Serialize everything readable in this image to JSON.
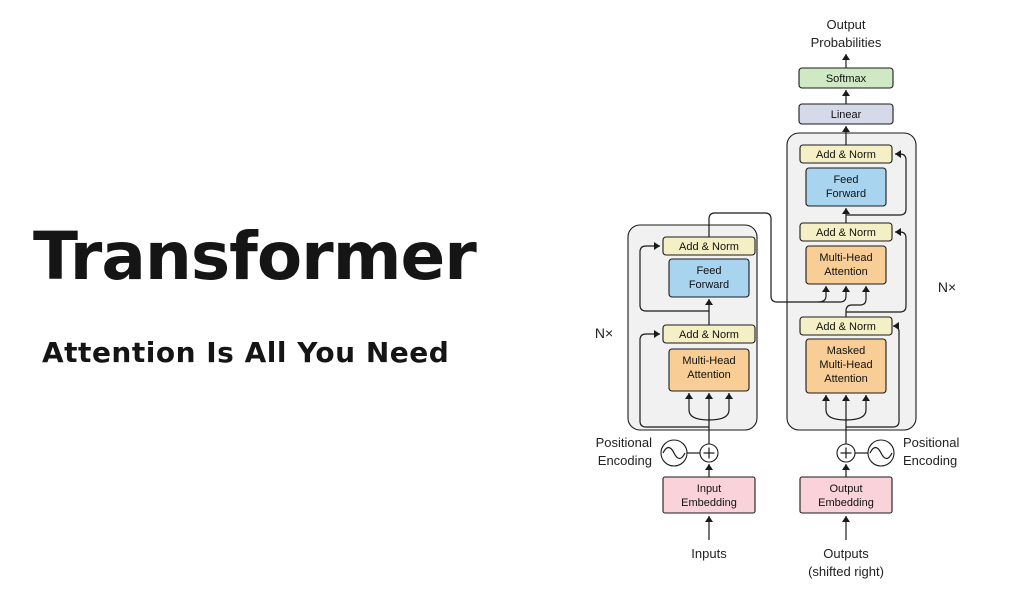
{
  "left_panel": {
    "title": "Transformer",
    "subtitle": "Attention Is All You Need"
  },
  "diagram": {
    "output_probabilities": [
      "Output",
      "Probabilities"
    ],
    "softmax_label": "Softmax",
    "linear_label": "Linear",
    "add_norm_label": "Add & Norm",
    "feed_forward": [
      "Feed",
      "Forward"
    ],
    "multi_head_attention": [
      "Multi-Head",
      "Attention"
    ],
    "masked_multi_head_attention": [
      "Masked",
      "Multi-Head",
      "Attention"
    ],
    "input_embedding": [
      "Input",
      "Embedding"
    ],
    "output_embedding": [
      "Output",
      "Embedding"
    ],
    "inputs_label": "Inputs",
    "outputs_label": [
      "Outputs",
      "(shifted right)"
    ],
    "positional_encoding": [
      "Positional",
      "Encoding"
    ],
    "n_times_label": "N×",
    "colors": {
      "softmax": "#cfe9c4",
      "linear": "#d6d9e9",
      "add_norm": "#f5efc5",
      "feed_forward": "#a8d4f0",
      "attention": "#f8cd96",
      "embedding": "#f9d2da",
      "block_bg": "#f1f1f1",
      "stroke": "#1a1a1a"
    }
  }
}
